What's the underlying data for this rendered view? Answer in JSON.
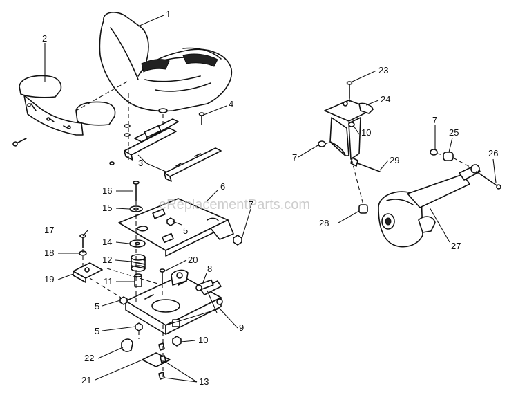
{
  "watermark": "eReplacementParts.com",
  "callouts": {
    "c1": "1",
    "c2": "2",
    "c3": "3",
    "c4": "4",
    "c5a": "5",
    "c5b": "5",
    "c5c": "5",
    "c6": "6",
    "c7a": "7",
    "c7b": "7",
    "c7c": "7",
    "c8": "8",
    "c9": "9",
    "c10a": "10",
    "c10b": "10",
    "c11": "11",
    "c12": "12",
    "c13": "13",
    "c14": "14",
    "c15": "15",
    "c16": "16",
    "c17": "17",
    "c18": "18",
    "c19": "19",
    "c20": "20",
    "c21": "21",
    "c22": "22",
    "c23": "23",
    "c24": "24",
    "c25": "25",
    "c26": "26",
    "c27": "27",
    "c28": "28",
    "c29": "29"
  }
}
